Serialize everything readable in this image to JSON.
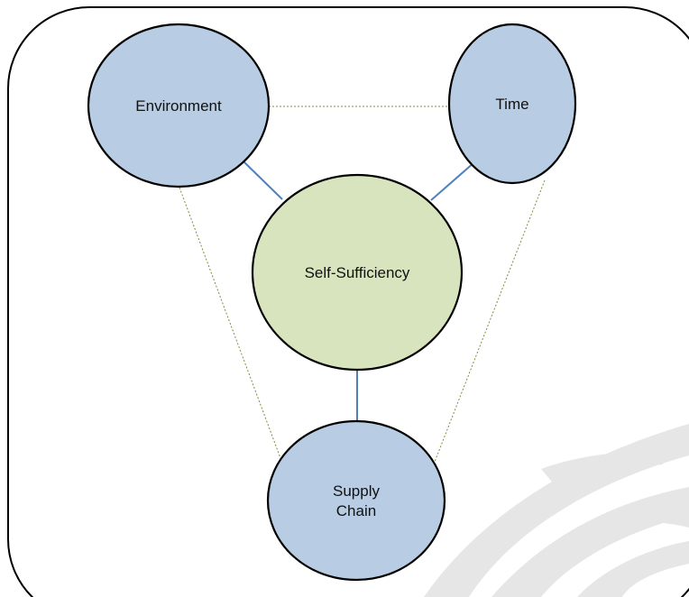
{
  "diagram": {
    "nodes": [
      {
        "id": "environment",
        "lines": [
          "Environment"
        ],
        "kind": "outer"
      },
      {
        "id": "time",
        "lines": [
          "Time"
        ],
        "kind": "outer"
      },
      {
        "id": "self-sufficiency",
        "lines": [
          "Self-Sufficiency"
        ],
        "kind": "center"
      },
      {
        "id": "supply-chain",
        "lines": [
          "Supply",
          "Chain"
        ],
        "kind": "outer"
      }
    ],
    "edges": [
      {
        "from": "environment",
        "to": "self-sufficiency",
        "style": "solid"
      },
      {
        "from": "time",
        "to": "self-sufficiency",
        "style": "solid"
      },
      {
        "from": "self-sufficiency",
        "to": "supply-chain",
        "style": "solid"
      },
      {
        "from": "environment",
        "to": "time",
        "style": "dotted"
      },
      {
        "from": "environment",
        "to": "supply-chain",
        "style": "dotted"
      },
      {
        "from": "time",
        "to": "supply-chain",
        "style": "dotted"
      }
    ]
  },
  "colors": {
    "outer_fill": "#b8cce4",
    "center_fill": "#d7e4bd",
    "node_stroke": "#000000",
    "solid_edge": "#4f81bd",
    "dotted_edge": "#76923c",
    "frame_stroke": "#000000",
    "watermark": "#e6e6e6"
  }
}
